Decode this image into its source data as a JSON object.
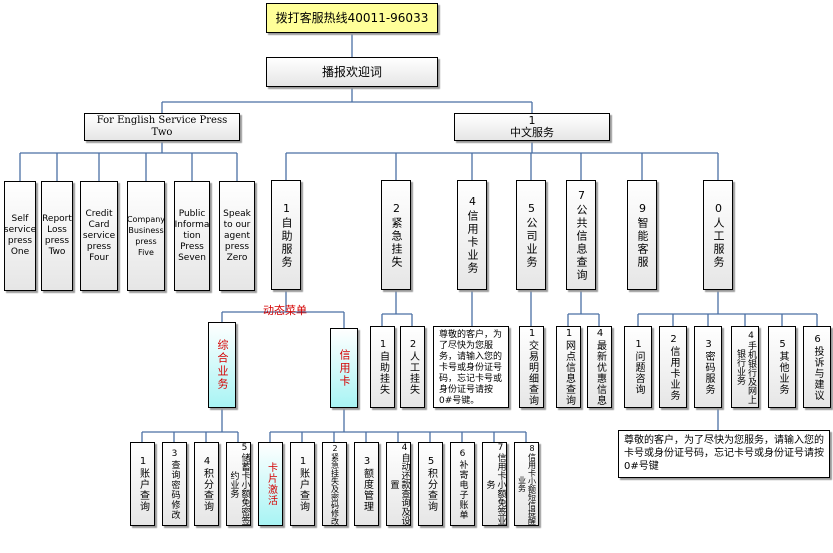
{
  "hotline": "拨打客服热线40011-96033",
  "welcome": "播报欢迎词",
  "english": {
    "title": "For English Service Press\nTwo",
    "items": [
      "Self\nservice\npress\nOne",
      "Report\nLoss\npress\nTwo",
      "Credit\nCard\nservice\npress\nFour",
      "Company\nBusiness\npress\nFive",
      "Public\nInforma\ntion\nPress\nSeven",
      "Speak\nto our\nagent\npress\nZero"
    ]
  },
  "chinese": {
    "title": "1\n中文服务",
    "items": [
      "1自助服务",
      "2紧急挂失",
      "4信用卡业务",
      "5公司业务",
      "7公共信息查询",
      "9智能客服",
      "0人工服务"
    ]
  },
  "dynamic_menu": "动态菜单",
  "comprehensive": {
    "title": "综合业务",
    "items": [
      "1账户查询",
      "3查询密码修改",
      "4积分查询",
      "5储蓄卡小额免密签约业务"
    ]
  },
  "credit_card": {
    "title": "信用卡",
    "items": [
      "卡片激活",
      "1账户查询",
      "2紧急挂失及密码修改",
      "3额度管理",
      "4自动还款查询及设置",
      "5积分查询",
      "6补寄电子账单",
      "7信用卡小额免签业务",
      "8信用卡小额短信提醒业务"
    ]
  },
  "emergency": {
    "items": [
      "1自助挂失",
      "2人工挂失"
    ]
  },
  "credit_note": "尊敬的客户，为了尽快为您服务，请输入您的卡号或身份证号码，忘记卡号或身份证号请按0#号键。",
  "company": {
    "items": [
      "1交易明细查询"
    ]
  },
  "public_info": {
    "items": [
      "1网点信息查询",
      "4最新优惠信息"
    ]
  },
  "agent": {
    "items": [
      "1问题咨询",
      "2信用卡业务",
      "3密码服务",
      "4手机银行及网上银行业务",
      "5其他业务",
      "6投诉与建议"
    ],
    "note": "尊敬的客户，为了尽快为您服务，请输入您的卡号或身份证号码，忘记卡号或身份证号请按0#号键"
  }
}
